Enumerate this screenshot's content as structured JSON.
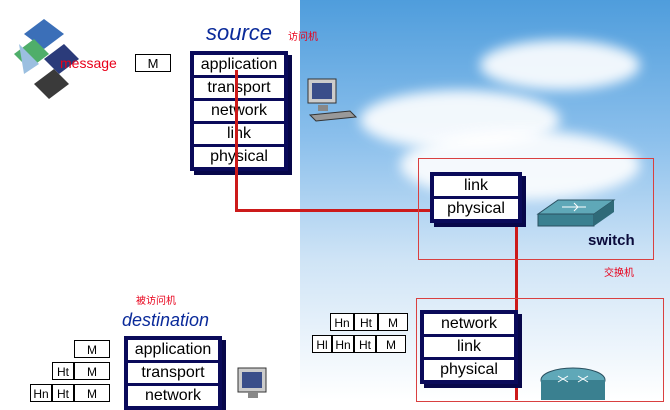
{
  "logo_text": "message",
  "message_label": "M",
  "source": {
    "title": "source",
    "annotation": "访问机",
    "layers": [
      "application",
      "transport",
      "network",
      "link",
      "physical"
    ]
  },
  "switch": {
    "layers": [
      "link",
      "physical"
    ],
    "label": "switch",
    "annotation": "交换机"
  },
  "router": {
    "layers": [
      "network",
      "link",
      "physical"
    ]
  },
  "destination": {
    "title": "destination",
    "annotation": "被访问机",
    "layers": [
      "application",
      "transport",
      "network"
    ]
  },
  "headers": {
    "router_row1": [
      "Hn",
      "Ht",
      "M"
    ],
    "router_row2": [
      "Hl",
      "Hn",
      "Ht",
      "M"
    ],
    "dest_row1": [
      "M"
    ],
    "dest_row2": [
      "Ht",
      "M"
    ],
    "dest_row3": [
      "Hn",
      "Ht",
      "M"
    ]
  },
  "colors": {
    "path": "#cc1a1a",
    "stack": "#0a0a5a",
    "title": "#0a2a9a",
    "annotation": "#e8001a"
  }
}
